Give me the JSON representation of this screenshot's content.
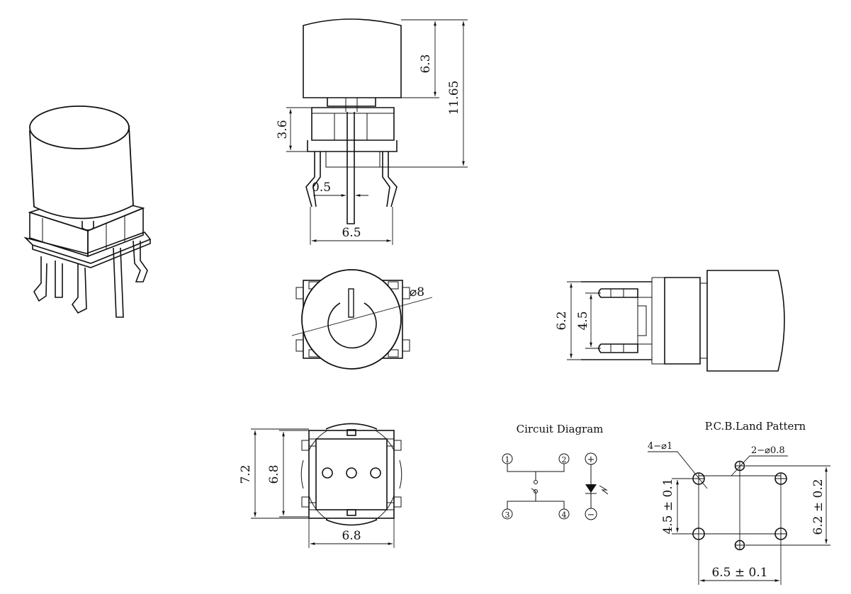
{
  "front_view": {
    "dim_cap_height": "6.3",
    "dim_total_height": "11.65",
    "dim_body_height": "3.6",
    "dim_pin_width": "0.5",
    "dim_pin_spacing": "6.5"
  },
  "top_view": {
    "dim_cap_diameter": "⌀8"
  },
  "side_view": {
    "dim_outer": "6.2",
    "dim_inner": "4.5"
  },
  "bottom_view": {
    "dim_height_outer": "7.2",
    "dim_height_inner": "6.8",
    "dim_width": "6.8"
  },
  "circuit_diagram": {
    "title": "Circuit Diagram",
    "pin1": "1",
    "pin2": "2",
    "pin3": "3",
    "pin4": "4",
    "led_plus": "+",
    "led_minus": "−"
  },
  "pcb_land_pattern": {
    "title": "P.C.B.Land Pattern",
    "hole_note_large": "4−⌀1",
    "hole_note_small": "2−⌀0.8",
    "dim_vertical_left": "4.5 ± 0.1",
    "dim_vertical_right": "6.2 ± 0.2",
    "dim_horizontal": "6.5 ± 0.1"
  }
}
